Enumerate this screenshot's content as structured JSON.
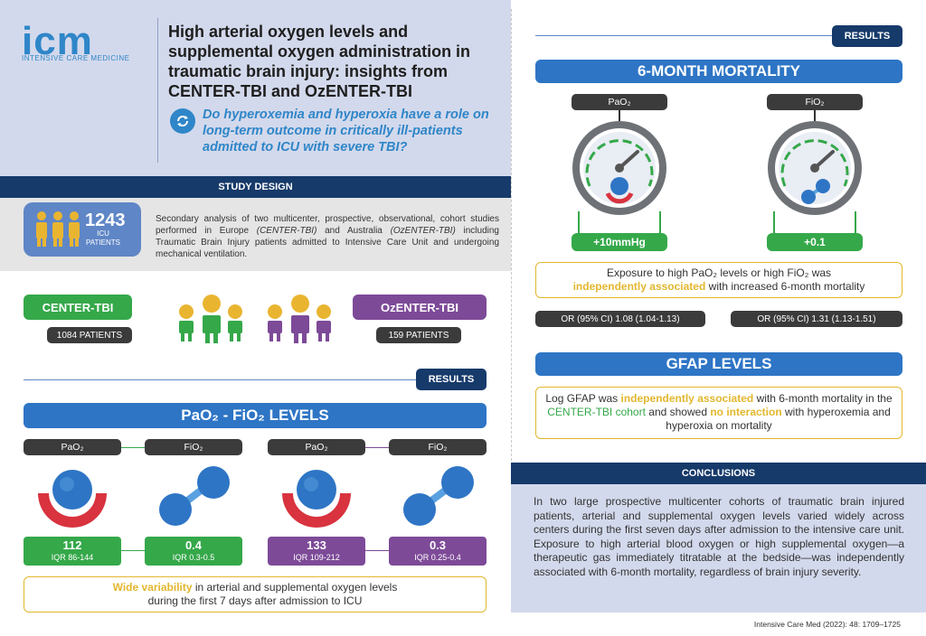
{
  "header": {
    "logo": "icm",
    "logo_sub": "INTENSIVE CARE MEDICINE",
    "title": "High arterial oxygen levels and supplemental oxygen administration in traumatic brain injury: insights from CENTER-TBI and OzENTER-TBI",
    "question": "Do hyperoxemia and hyperoxia have a role on long-term outcome in critically ill-patients admitted to ICU with severe TBI?"
  },
  "study_design": {
    "title": "STUDY DESIGN",
    "patients": "1243",
    "patients_label": "ICU PATIENTS",
    "text_a": "Secondary analysis of two multicenter, prospective, observational, cohort studies performed in Europe ",
    "text_em1": "(CENTER-TBI)",
    "text_b": " and Australia ",
    "text_em2": "(OzENTER-TBI)",
    "text_c": " including Traumatic Brain Injury patients admitted to Intensive Care Unit and undergoing mechanical ventilation."
  },
  "cohorts": {
    "center": {
      "name": "CENTER-TBI",
      "patients": "1084 PATIENTS"
    },
    "ozenter": {
      "name": "OzENTER-TBI",
      "patients": "159 PATIENTS"
    }
  },
  "results_label": "RESULTS",
  "levels": {
    "title": "PaO₂ - FiO₂ LEVELS",
    "pao2_label": "PaO₂",
    "fio2_label": "FiO₂",
    "center_pao2": {
      "value": "112",
      "iqr": "IQR 86-144"
    },
    "center_fio2": {
      "value": "0.4",
      "iqr": "IQR 0.3-0.5"
    },
    "oz_pao2": {
      "value": "133",
      "iqr": "IQR 109-212"
    },
    "oz_fio2": {
      "value": "0.3",
      "iqr": "IQR 0.25-0.4"
    },
    "note_hl": "Wide variability",
    "note_rest": " in arterial and supplemental oxygen levels",
    "note_line2": "during the first 7 days after admission to ICU"
  },
  "mortality": {
    "title": "6-MONTH MORTALITY",
    "pao2_label": "PaO₂",
    "fio2_label": "FiO₂",
    "pao2_change": "+10mmHg",
    "fio2_change": "+0.1",
    "text_a": "Exposure to high PaO₂ levels or high FiO₂ was",
    "text_hl": "independently associated",
    "text_b": " with increased 6-month mortality",
    "or_pao2": "OR (95% CI) 1.08 (1.04-1.13)",
    "or_fio2": "OR (95% CI) 1.31 (1.13-1.51)"
  },
  "gfap": {
    "title": "GFAP LEVELS",
    "t1": "Log GFAP was ",
    "t_hl1": "independently associated",
    "t2": " with 6-month mortality in the ",
    "t_green": "CENTER-TBI cohort",
    "t3": " and showed ",
    "t_hl2": "no interaction",
    "t4": " with hyperoxemia and hyperoxia on mortality"
  },
  "conclusions": {
    "title": "CONCLUSIONS",
    "text": "In two large prospective multicenter cohorts of traumatic brain injured patients, arterial and supplemental oxygen levels varied widely across centers during the first seven days after admission to the intensive care unit. Exposure to high arterial blood oxygen or high supplemental oxygen—a therapeutic gas immediately titratable at the bedside—was independently associated with 6-month mortality, regardless of brain injury severity."
  },
  "reference": "Intensive Care Med (2022): 48: 1709–1725",
  "colors": {
    "green": "#35a84a",
    "purple": "#7d4a98",
    "blue": "#2e75c5",
    "navy": "#163a6a",
    "yellow": "#e2b72e",
    "red": "#d8333f"
  },
  "icons": [
    "refresh-icon",
    "people-icon",
    "red-cell-icon",
    "molecule-icon",
    "gauge-icon"
  ]
}
